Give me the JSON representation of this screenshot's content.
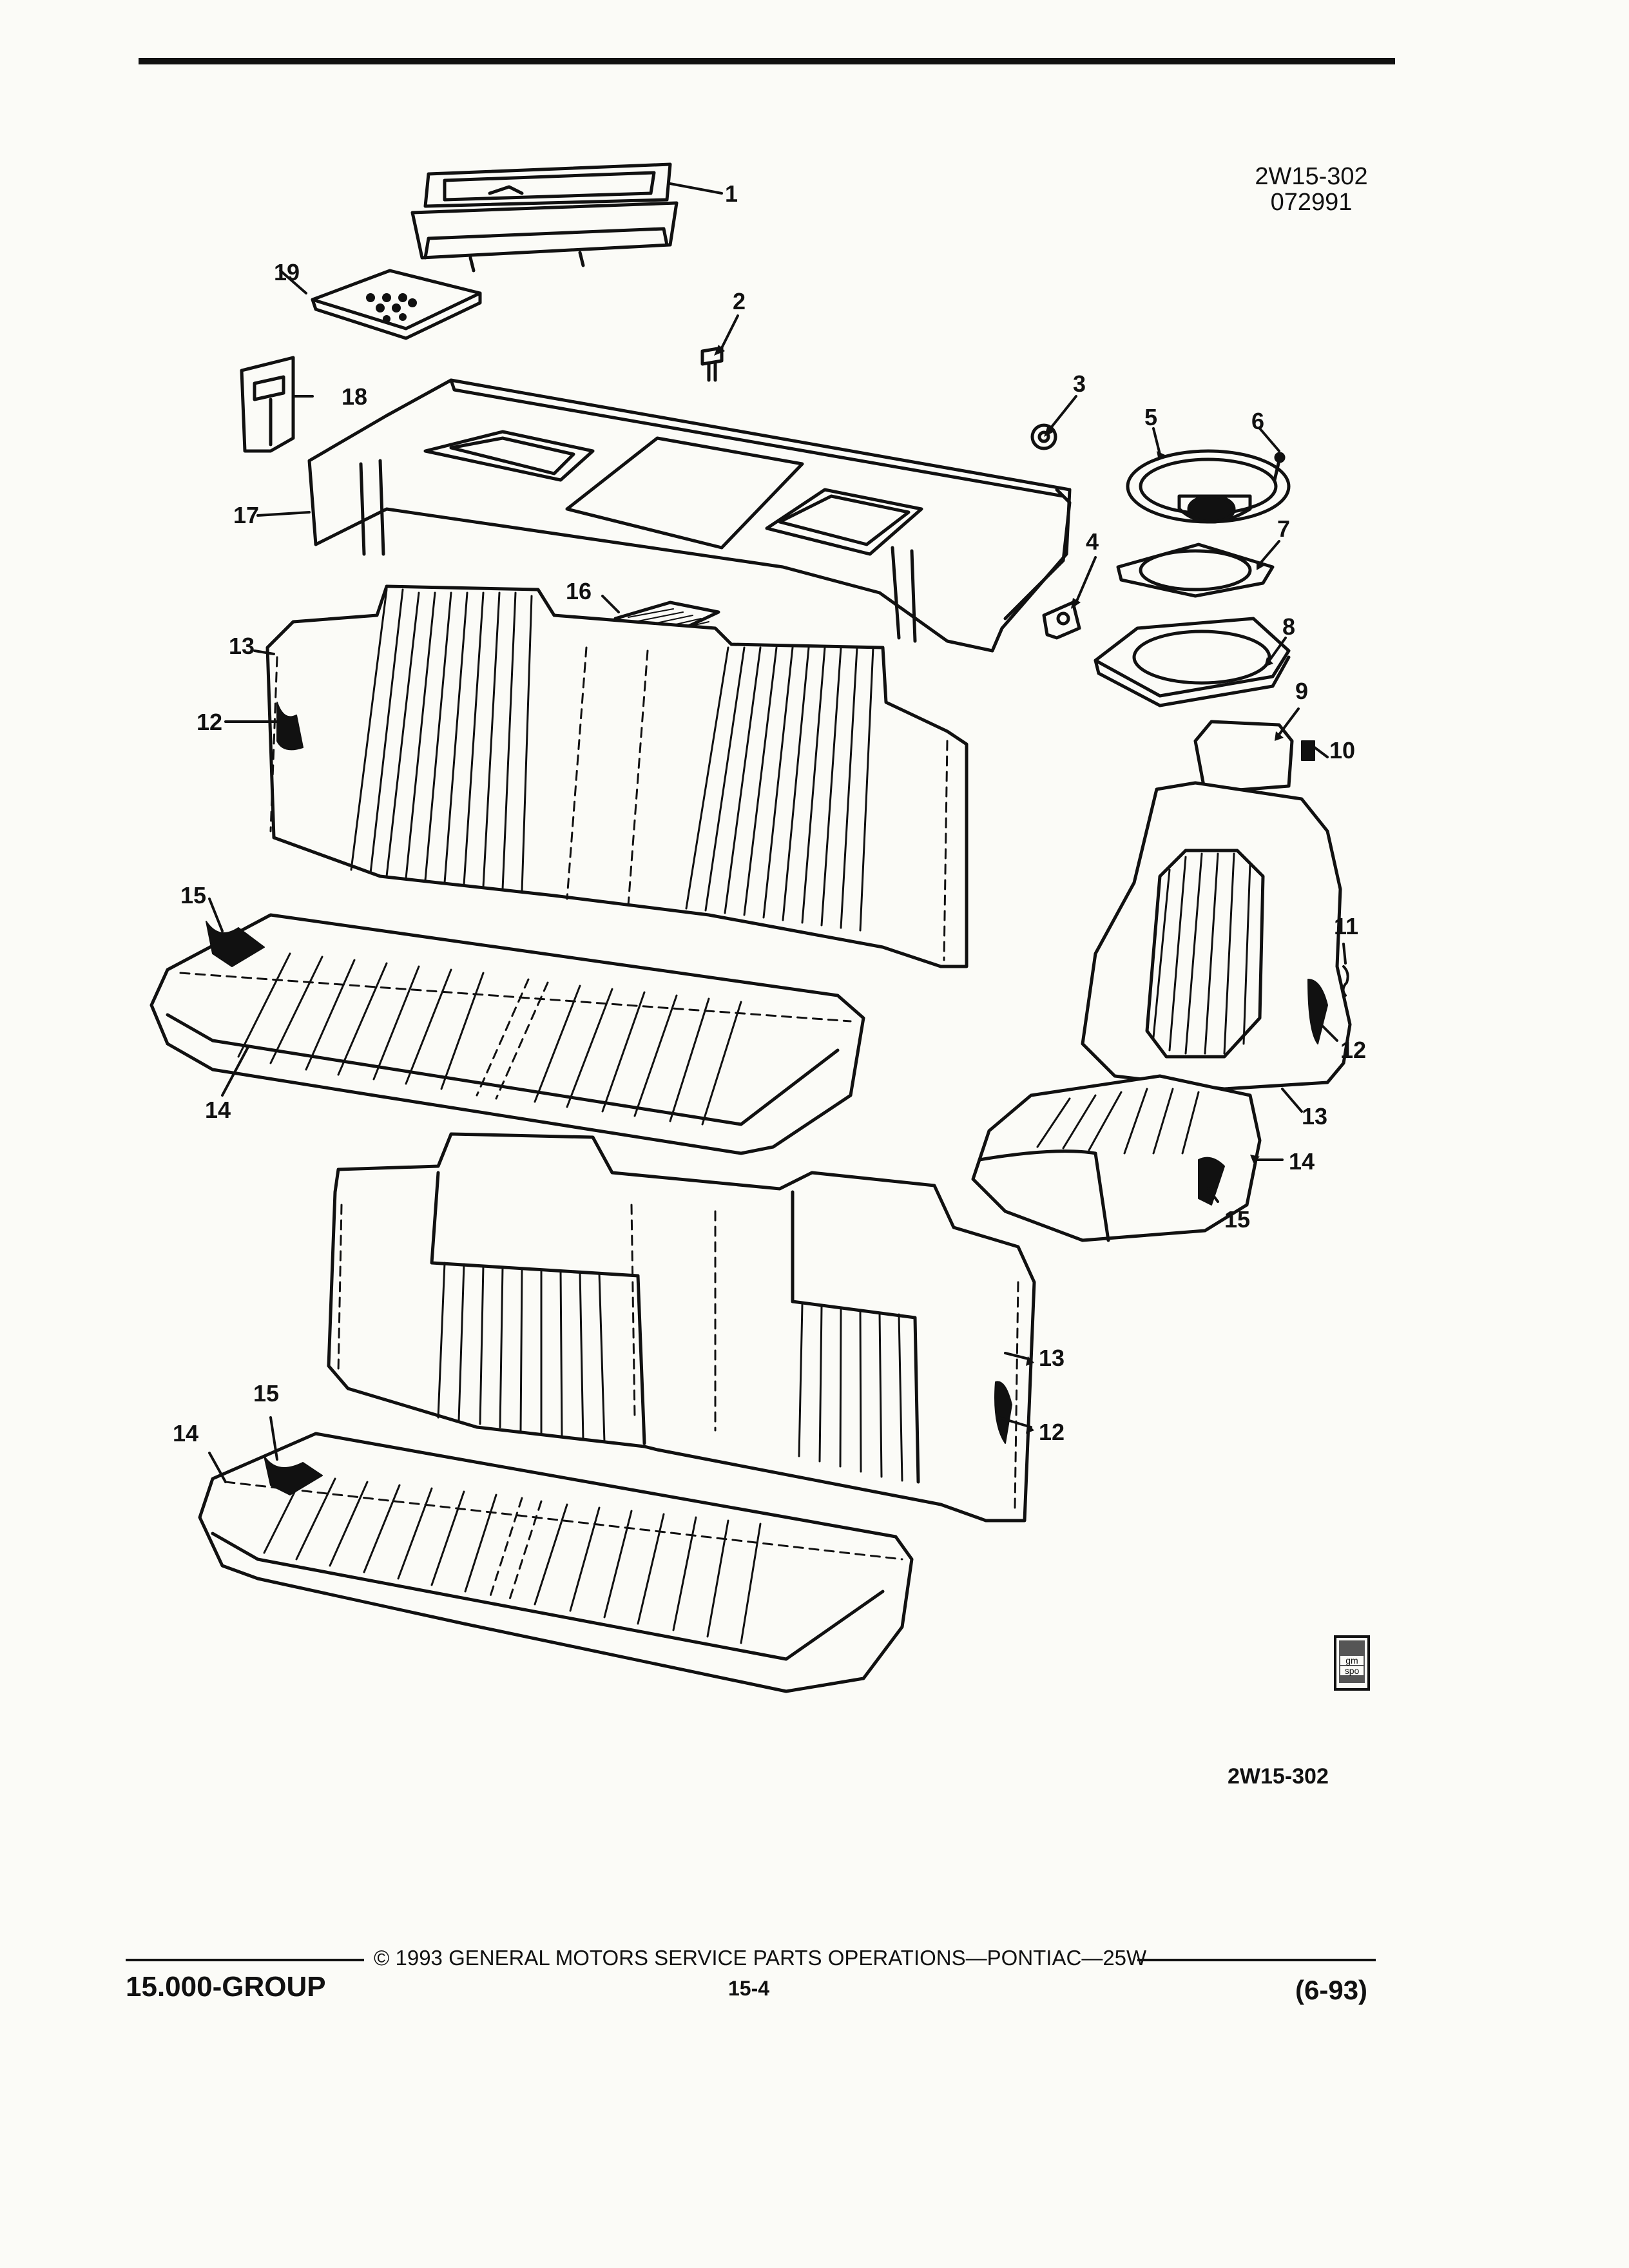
{
  "header": {
    "diagram_code": "2W15-302",
    "date_code": "072991"
  },
  "callouts": {
    "c1": "1",
    "c2": "2",
    "c3": "3",
    "c4": "4",
    "c5": "5",
    "c6": "6",
    "c7": "7",
    "c8": "8",
    "c9": "9",
    "c10": "10",
    "c11": "11",
    "c12": "12",
    "c13": "13",
    "c14": "14",
    "c15": "15",
    "c16": "16",
    "c17": "17",
    "c18": "18",
    "c19": "19"
  },
  "logo": {
    "text_top": "gm",
    "text_bottom": "spo"
  },
  "figure_id": "2W15-302",
  "footer": {
    "group": "15.000-GROUP",
    "copyright": "© 1993 GENERAL MOTORS SERVICE PARTS OPERATIONS—PONTIAC—25W",
    "page": "15-4",
    "revision": "(6-93)"
  },
  "colors": {
    "ink": "#111111",
    "paper": "#fbfbf7"
  }
}
